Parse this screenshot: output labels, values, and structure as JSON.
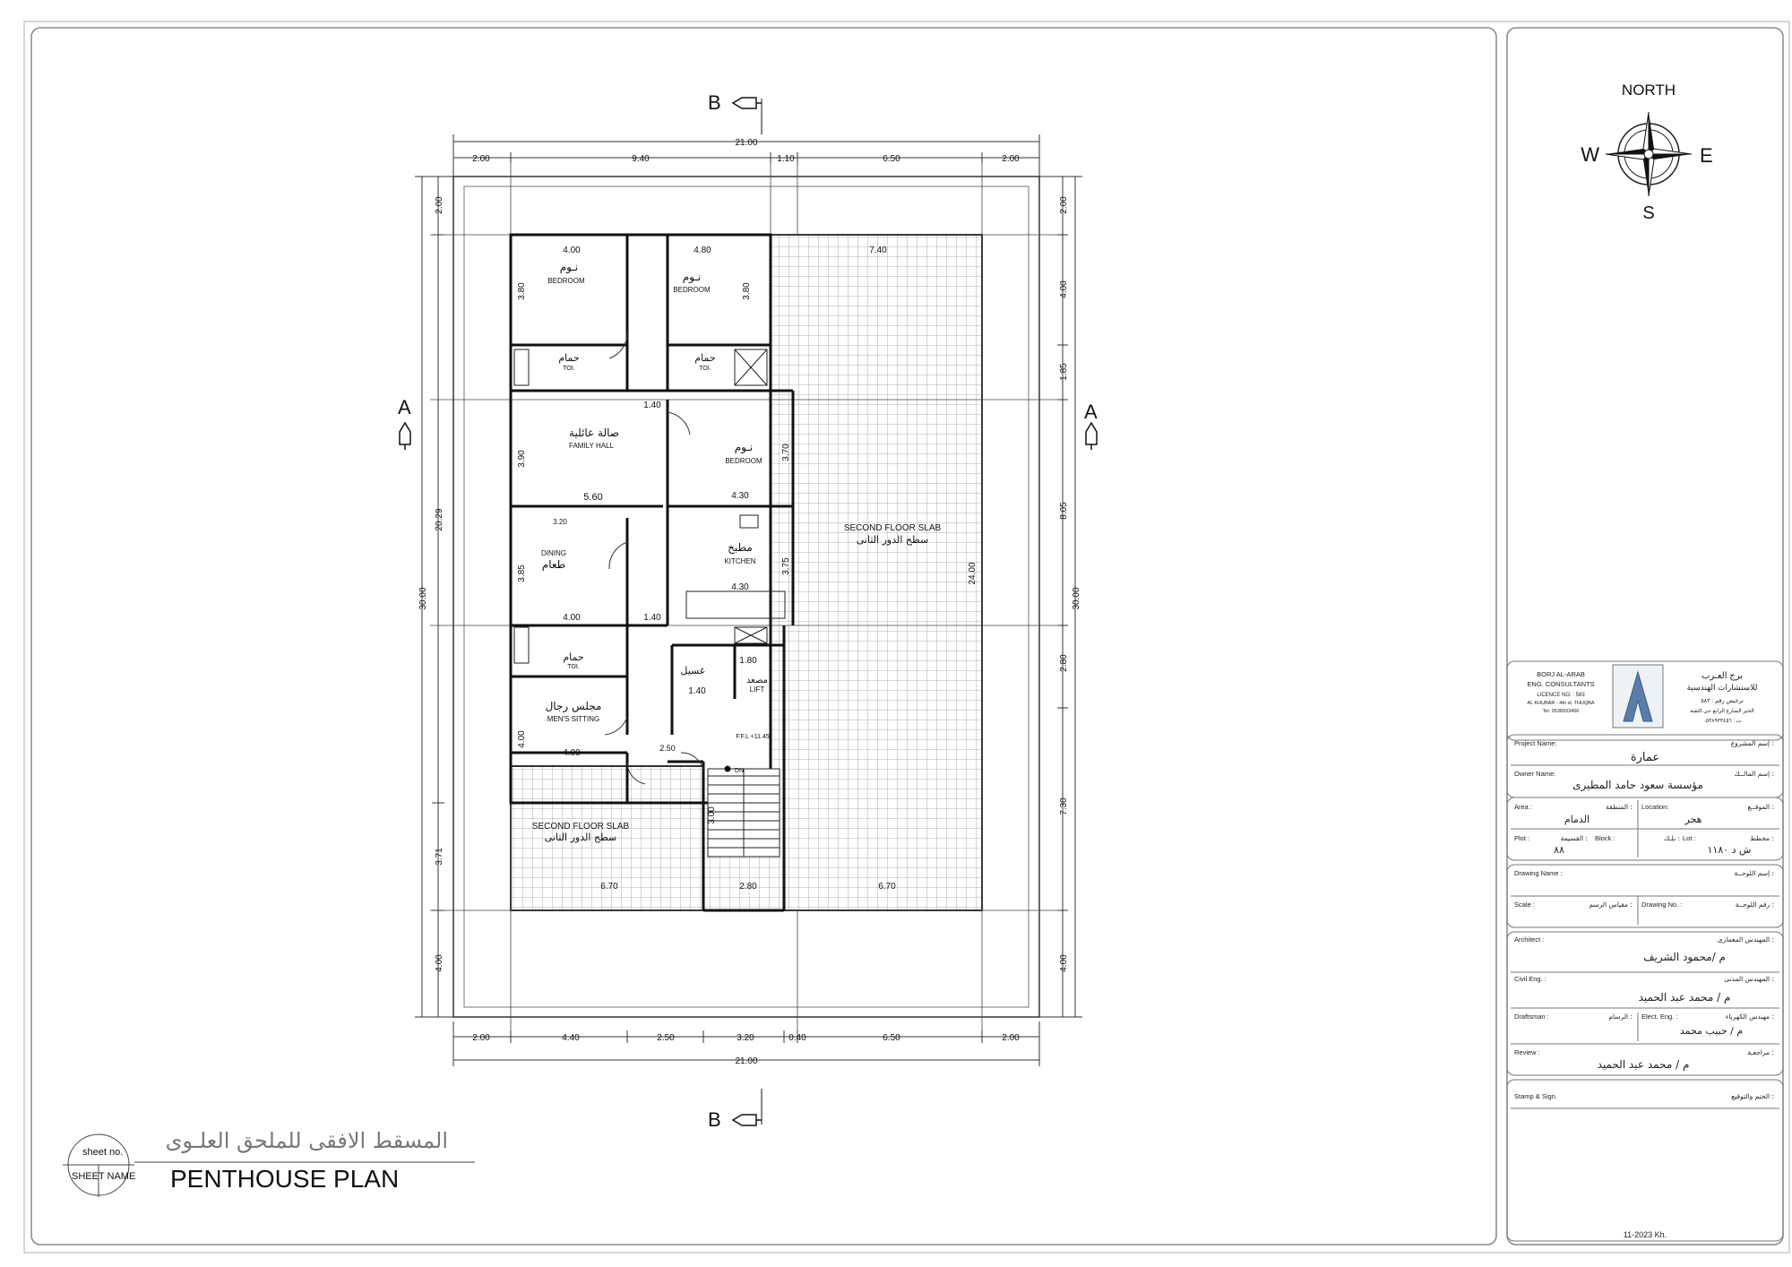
{
  "compass": {
    "north": "NORTH",
    "south": "S",
    "east": "E",
    "west": "W"
  },
  "sections": {
    "top_b": "B",
    "bottom_b": "B",
    "left_a": "A",
    "right_a": "A"
  },
  "dims": {
    "top_total": "21.00",
    "top_1": "2.00",
    "top_2": "9.40",
    "top_3": "1.10",
    "top_4": "6.50",
    "top_5": "2.00",
    "bot_total": "21.00",
    "bot_1": "2.00",
    "bot_2": "4.40",
    "bot_3": "2.50",
    "bot_4": "3.20",
    "bot_5": "0.40",
    "bot_6": "6.50",
    "bot_7": "2.00",
    "left_total": "30.00",
    "left_1": "2.00",
    "left_2": "20.29",
    "left_3": "3.71",
    "left_4": "4.00",
    "right_total": "30.00",
    "right_1": "2.00",
    "right_2": "4.00",
    "right_3": "1.85",
    "right_4": "8.05",
    "right_5": "2.80",
    "right_6": "7.30",
    "right_7": "4.00",
    "inner_24": "24.00",
    "slab_7_40": "7.40"
  },
  "rooms": {
    "bed1_ar": "نـوم",
    "bed1_en": "BEDROOM",
    "bed1_w": "4.00",
    "bed1_h": "3.80",
    "bed2_ar": "نـوم",
    "bed2_en": "BEDROOM",
    "bed2_w": "4.80",
    "bed2_h": "3.80",
    "bed3_ar": "نـوم",
    "bed3_en": "BEDROOM",
    "bed3_w": "4.30",
    "bed3_h": "3.70",
    "family_ar": "صالة عائلية",
    "family_en": "FAMILY HALL",
    "family_w": "5.60",
    "family_h": "3.90",
    "dining_ar": "طعام",
    "dining_en": "DINING",
    "dining_w": "4.00",
    "dining_h": "3.85",
    "dining_top": "3.20",
    "kitchen_ar": "مطبخ",
    "kitchen_en": "KITCHEN",
    "kitchen_w": "4.30",
    "kitchen_h": "3.75",
    "men_ar": "مجلس رجال",
    "men_en": "MEN'S SITTING",
    "men_w": "4.00",
    "men_h": "4.00",
    "toilet_ar": "حمام",
    "toilet_en": "TOI.",
    "laundry_ar": "غسيل",
    "lift_ar": "مصعد",
    "lift_en": "LIFT",
    "slab_en": "SECOND FLOOR SLAB",
    "slab_ar": "سطح الدور الثانى",
    "ffl": "F.F.L +11.45",
    "corr_1": "1.40",
    "corr_2": "1.40",
    "corr_3": "1.40",
    "w_2_50": "2.50",
    "w_6_70a": "6.70",
    "w_6_70b": "6.70",
    "w_2_80": "2.80",
    "stair_3": "3.00",
    "lift_180": "1.80",
    "dn": "DN"
  },
  "title": {
    "ar": "المسقط الافقى للملحق العلـوى",
    "en": "PENTHOUSE PLAN",
    "sheet_no": "sheet no.",
    "sheet_name": "SHEET NAME"
  },
  "titleblock": {
    "firm_en_1": "BORJ AL-ARAB",
    "firm_en_2": "ENG. CONSULTANTS",
    "firm_en_3": "LICENCE NO. : 583",
    "firm_en_4": "AL KHUBAR - 4th st. THUQBA",
    "firm_en_5": "Tel. 0538933456",
    "firm_ar_1": "برج العـرب",
    "firm_ar_2": "للاستشارات الهندسية",
    "firm_ar_3": "ترخيص رقم : ٥٨٣",
    "firm_ar_4": "الخبر الشارع الرابع حي الثقبة",
    "firm_ar_5": "ت : ٠٥٣٨٩٣٣٤٥٦",
    "project_label": "Project Name:",
    "project_label_ar": "إسم المشروع :",
    "project_value": "عمارة",
    "owner_label": "Owner Name:",
    "owner_label_ar": "إسم المالــك :",
    "owner_value": "مؤسسة سعود حامد المطيرى",
    "area_label": "Area :",
    "area_label_ar": "المنطقة :",
    "area_value": "الدمام",
    "location_label": "Location:",
    "location_label_ar": "الموقــع :",
    "location_value": "هجر",
    "plot_label": "Plot :",
    "plot_label_ar": "القسيمة :",
    "plot_value": "٨٨",
    "block_label": "Block :",
    "block_label_ar": "بلـك :",
    "lot_label": "Lot :",
    "lot_label_ar": "مخطط :",
    "lot_value": "ش د ١١٨٠",
    "drawing_name_label": "Drawing Name :",
    "drawing_name_label_ar": "إسم اللوحــة :",
    "scale_label": "Scale :",
    "scale_label_ar": "مقياس الرسم :",
    "drawing_no_label": "Drawing No. :",
    "drawing_no_label_ar": "رقم اللوحــة :",
    "architect_label": "Architect :",
    "architect_label_ar": "المهندس المعمارى :",
    "architect_value": "م /محمود الشريف",
    "civil_label": "Civil Eng. :",
    "civil_label_ar": "المهندس المدنى :",
    "civil_value": "م / محمد عبد الحميد",
    "draftsman_label": "Draftsman :",
    "draftsman_label_ar": "الرسام :",
    "elect_label": "Elect. Eng. :",
    "elect_label_ar": "مهندس الكهرباء :",
    "elect_value": "م / حبيب محمد",
    "review_label": "Review :",
    "review_label_ar": "مراجعـة :",
    "review_value": "م / محمد عبد الحميد",
    "stamp_label": "Stamp & Sign.",
    "stamp_label_ar": "الختم والتوقيع :",
    "date": "11-2023 Kh."
  }
}
